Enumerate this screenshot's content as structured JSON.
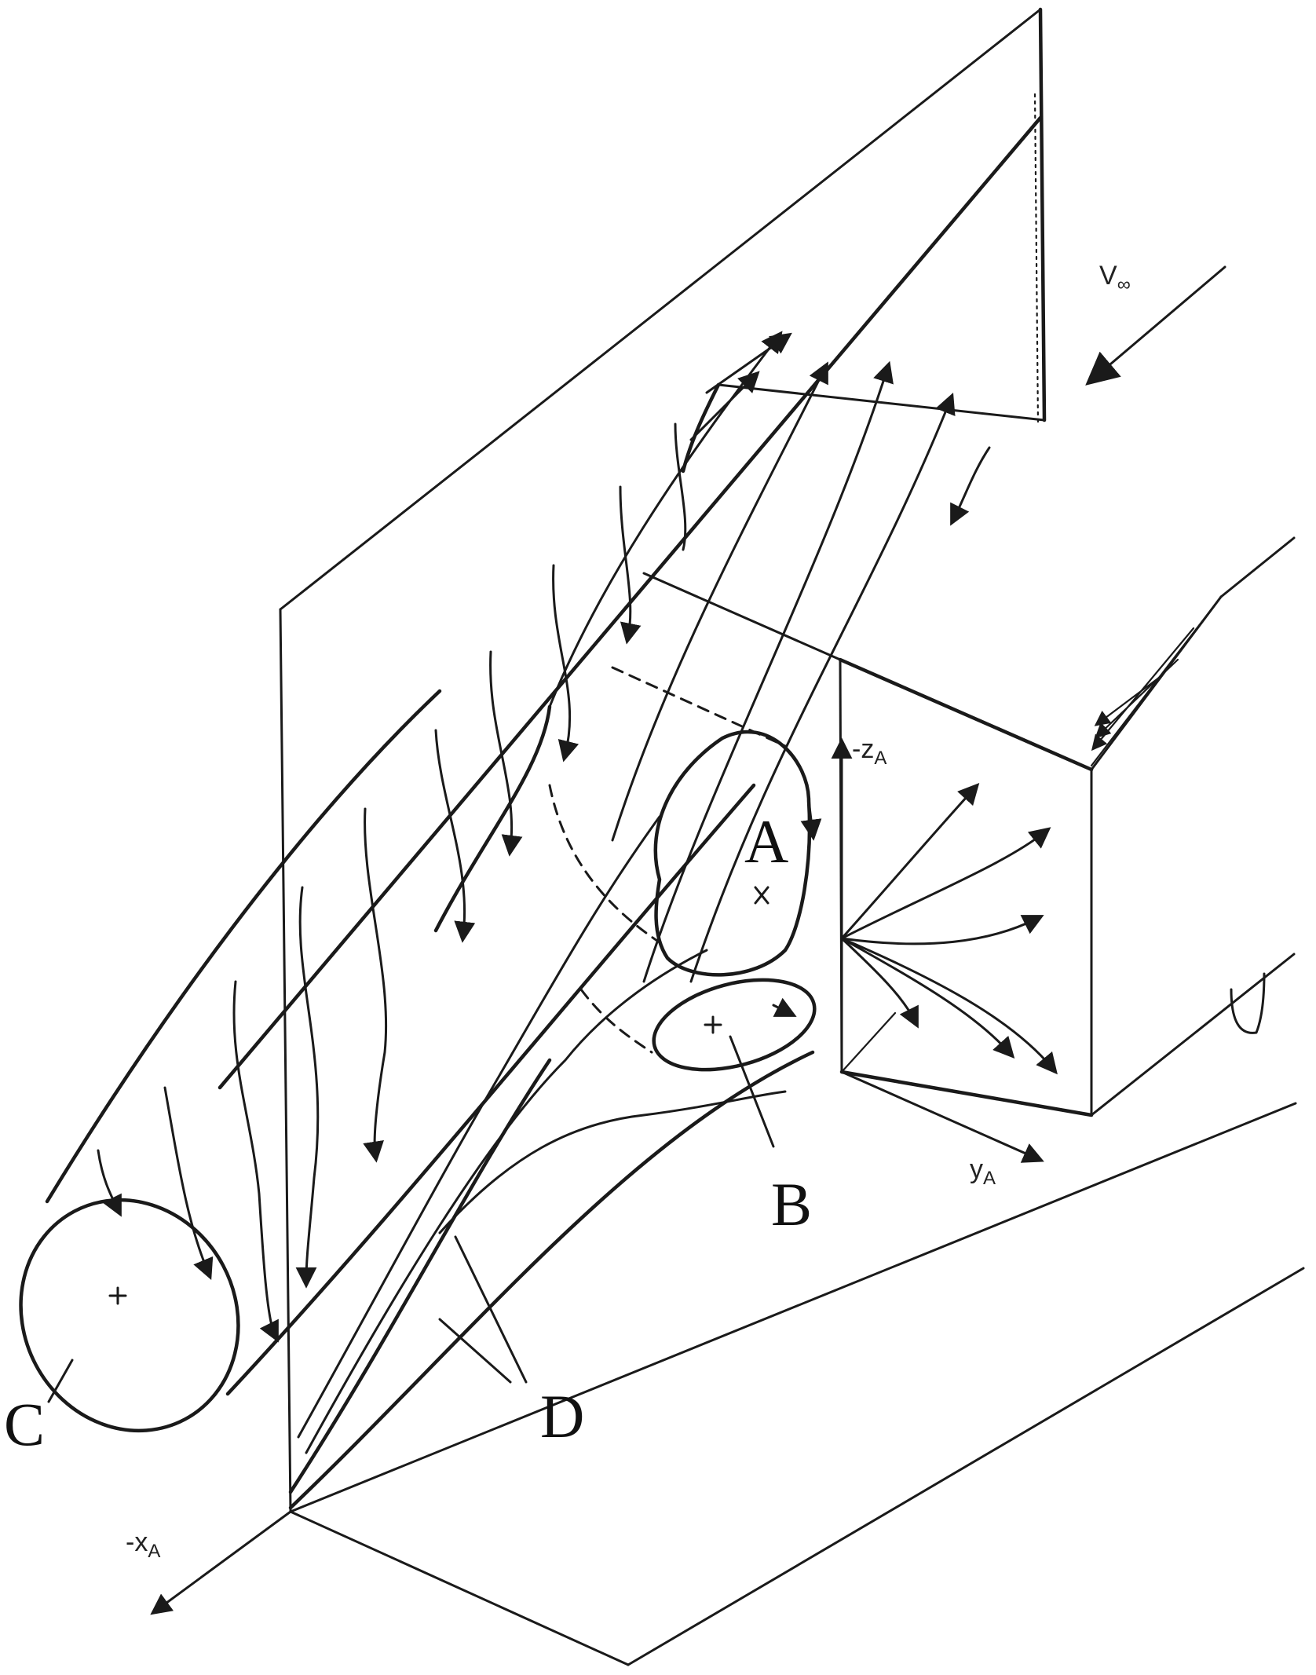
{
  "labels": {
    "A": "A",
    "B": "B",
    "C": "C",
    "D": "D"
  },
  "axes": {
    "x_main": "-x",
    "x_sub": "A",
    "y_main": "y",
    "y_sub": "A",
    "z_main": "-z",
    "z_sub": "A"
  },
  "freestream": {
    "symbol": "V",
    "sub": "∞"
  },
  "colors": {
    "ink": "#1a1a1a",
    "background": "#ffffff"
  }
}
